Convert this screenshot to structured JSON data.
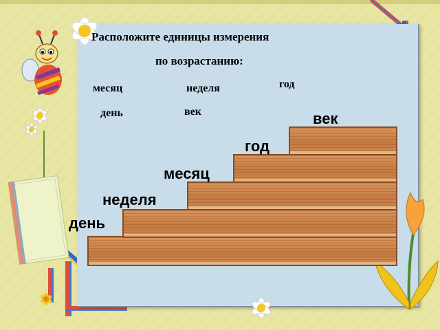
{
  "instruction": {
    "line1": "Расположите единицы измерения",
    "line2": "по возрастанию:"
  },
  "scrambled_words": [
    "месяц",
    "неделя",
    "год",
    "день",
    "век"
  ],
  "staircase_words": [
    "век",
    "год",
    "месяц",
    "неделя",
    "день"
  ],
  "colors": {
    "background": "#e6e39c",
    "panel": "#c8dde9",
    "wood": "#c57a43",
    "wood_border": "#8b4b1f"
  },
  "icons": [
    "bee-icon",
    "daisy-icon",
    "flower-icon",
    "tag-icon",
    "tulip-icon",
    "pencil-frame-icon"
  ]
}
